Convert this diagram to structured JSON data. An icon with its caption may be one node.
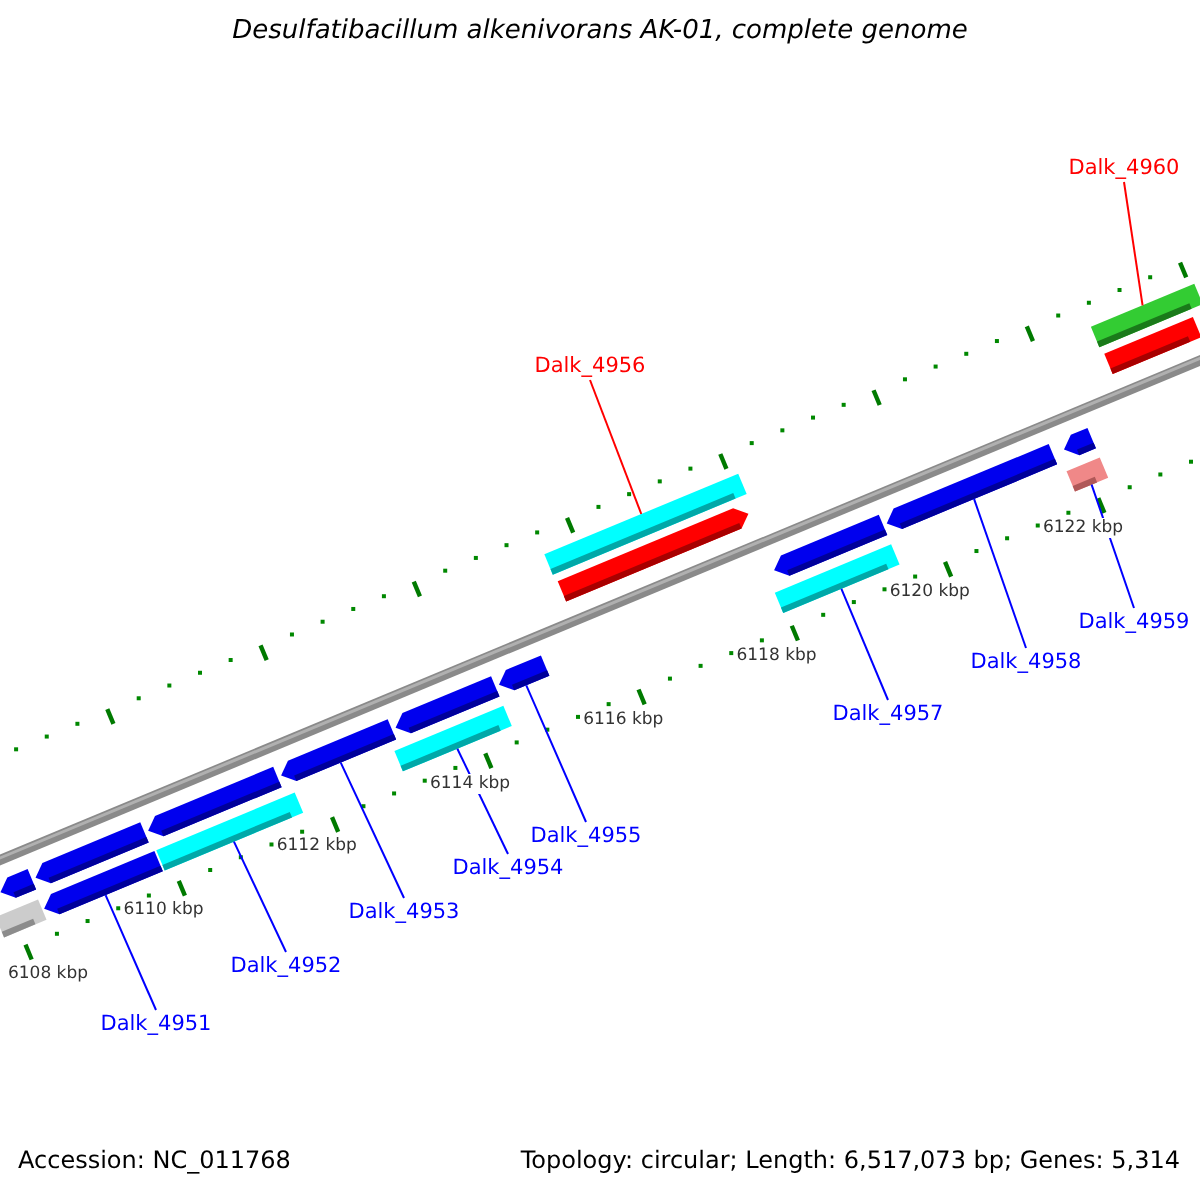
{
  "diagram": {
    "title": "Desulfatibacillum alkenivorans AK-01, complete genome",
    "nodes": [
      {
        "text": [
          "Dalk_4960"
        ]
      },
      {
        "text": [
          "Dalk_4956"
        ]
      },
      {
        "text": [
          "Dalk_4959"
        ]
      },
      {
        "text": [
          "Dalk_4958"
        ]
      },
      {
        "text": [
          "Dalk_4957"
        ]
      },
      {
        "text": [
          "Dalk_4955"
        ]
      },
      {
        "text": [
          "Dalk_4954"
        ]
      },
      {
        "text": [
          "Dalk_4953"
        ]
      },
      {
        "text": [
          "Dalk_4952"
        ]
      },
      {
        "text": [
          "Dalk_4951"
        ]
      },
      {
        "text": [],
        "shape": "bar"
      },
      {
        "text": [],
        "shape": "bar"
      },
      {
        "text": [],
        "shape": "bar"
      },
      {
        "text": [],
        "shape": "bar"
      },
      {
        "text": [],
        "shape": "bar"
      },
      {
        "text": [],
        "shape": "bar"
      },
      {
        "text": [],
        "shape": "bar"
      },
      {
        "text": [],
        "shape": "bar"
      },
      {
        "text": [],
        "shape": "bar"
      },
      {
        "text": [],
        "shape": "bar"
      },
      {
        "text": [],
        "shape": "bar"
      },
      {
        "text": [],
        "shape": "bar"
      },
      {
        "text": [],
        "shape": "bar"
      },
      {
        "text": [],
        "shape": "bar"
      },
      {
        "text": [],
        "shape": "bar"
      },
      {
        "text": [],
        "shape": "bar"
      },
      {
        "text": [],
        "shape": "bar"
      },
      {
        "text": [],
        "shape": "bar"
      },
      {
        "text": [],
        "shape": "bar"
      }
    ],
    "edges": [
      {
        "from": 0,
        "to": 11,
        "arrow": "none",
        "color": "#ff0000"
      },
      {
        "from": 1,
        "to": 10,
        "arrow": "none",
        "color": "#ff0000"
      },
      {
        "from": 2,
        "to": 28,
        "arrow": "none"
      },
      {
        "from": 3,
        "to": 21,
        "arrow": "none"
      },
      {
        "from": 4,
        "to": 27,
        "arrow": "none"
      },
      {
        "from": 5,
        "to": 19,
        "arrow": "none"
      },
      {
        "from": 6,
        "to": 26,
        "arrow": "none"
      },
      {
        "from": 7,
        "to": 17,
        "arrow": "none"
      },
      {
        "from": 8,
        "to": 25,
        "arrow": "none"
      },
      {
        "from": 9,
        "to": 24,
        "arrow": "none"
      }
    ],
    "labels": [
      "6108 kbp",
      "6110 kbp",
      "6112 kbp",
      "6114 kbp",
      "6116 kbp",
      "6118 kbp",
      "6120 kbp",
      "6122 kbp",
      "Accession: NC_011768",
      "Topology: circular; Length: 6,517,073 bp; Genes: 5,314"
    ]
  }
}
